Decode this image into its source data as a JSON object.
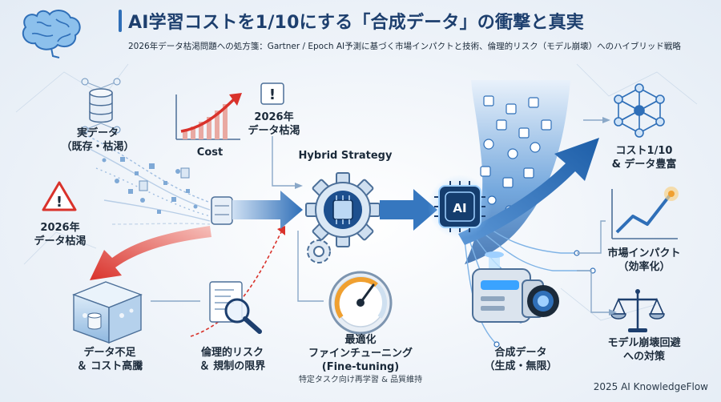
{
  "header": {
    "title": "AI学習コストを1/10にする「合成データ」の衝撃と真実",
    "subtitle": "2026年データ枯渇問題への処方箋：Gartner / Epoch AI予測に基づく市場インパクトと技術、倫理的リスク（モデル崩壊）へのハイブリッド戦略"
  },
  "nodes": {
    "real_data": "実データ\n（既存・枯渇）",
    "cost": "Cost",
    "depletion_top": "2026年\nデータ枯渇",
    "depletion_left": "2026年\nデータ枯渇",
    "hybrid": "Hybrid Strategy",
    "shortage": "データ不足\n＆ コスト高騰",
    "ethics": "倫理的リスク\n＆ 規制の限界",
    "finetune": "最適化\nファインチューニング\n(Fine-tuning)",
    "finetune_note": "特定タスク向け再学習 & 品質維持",
    "ai_chip": "AI",
    "synthetic": "合成データ\n（生成・無限）",
    "cost_result": "コスト1/10\n& データ豊富",
    "market": "市場インパクト\n（効率化）",
    "collapse": "モデル崩壊回避\nへの対策"
  },
  "footer": "2025 AI KnowledgeFlow",
  "colors": {
    "accent": "#2f6fb8",
    "navy": "#1d3f6e",
    "red": "#d9322b",
    "orange": "#f0a030",
    "light_blue": "#7fb3e6"
  }
}
